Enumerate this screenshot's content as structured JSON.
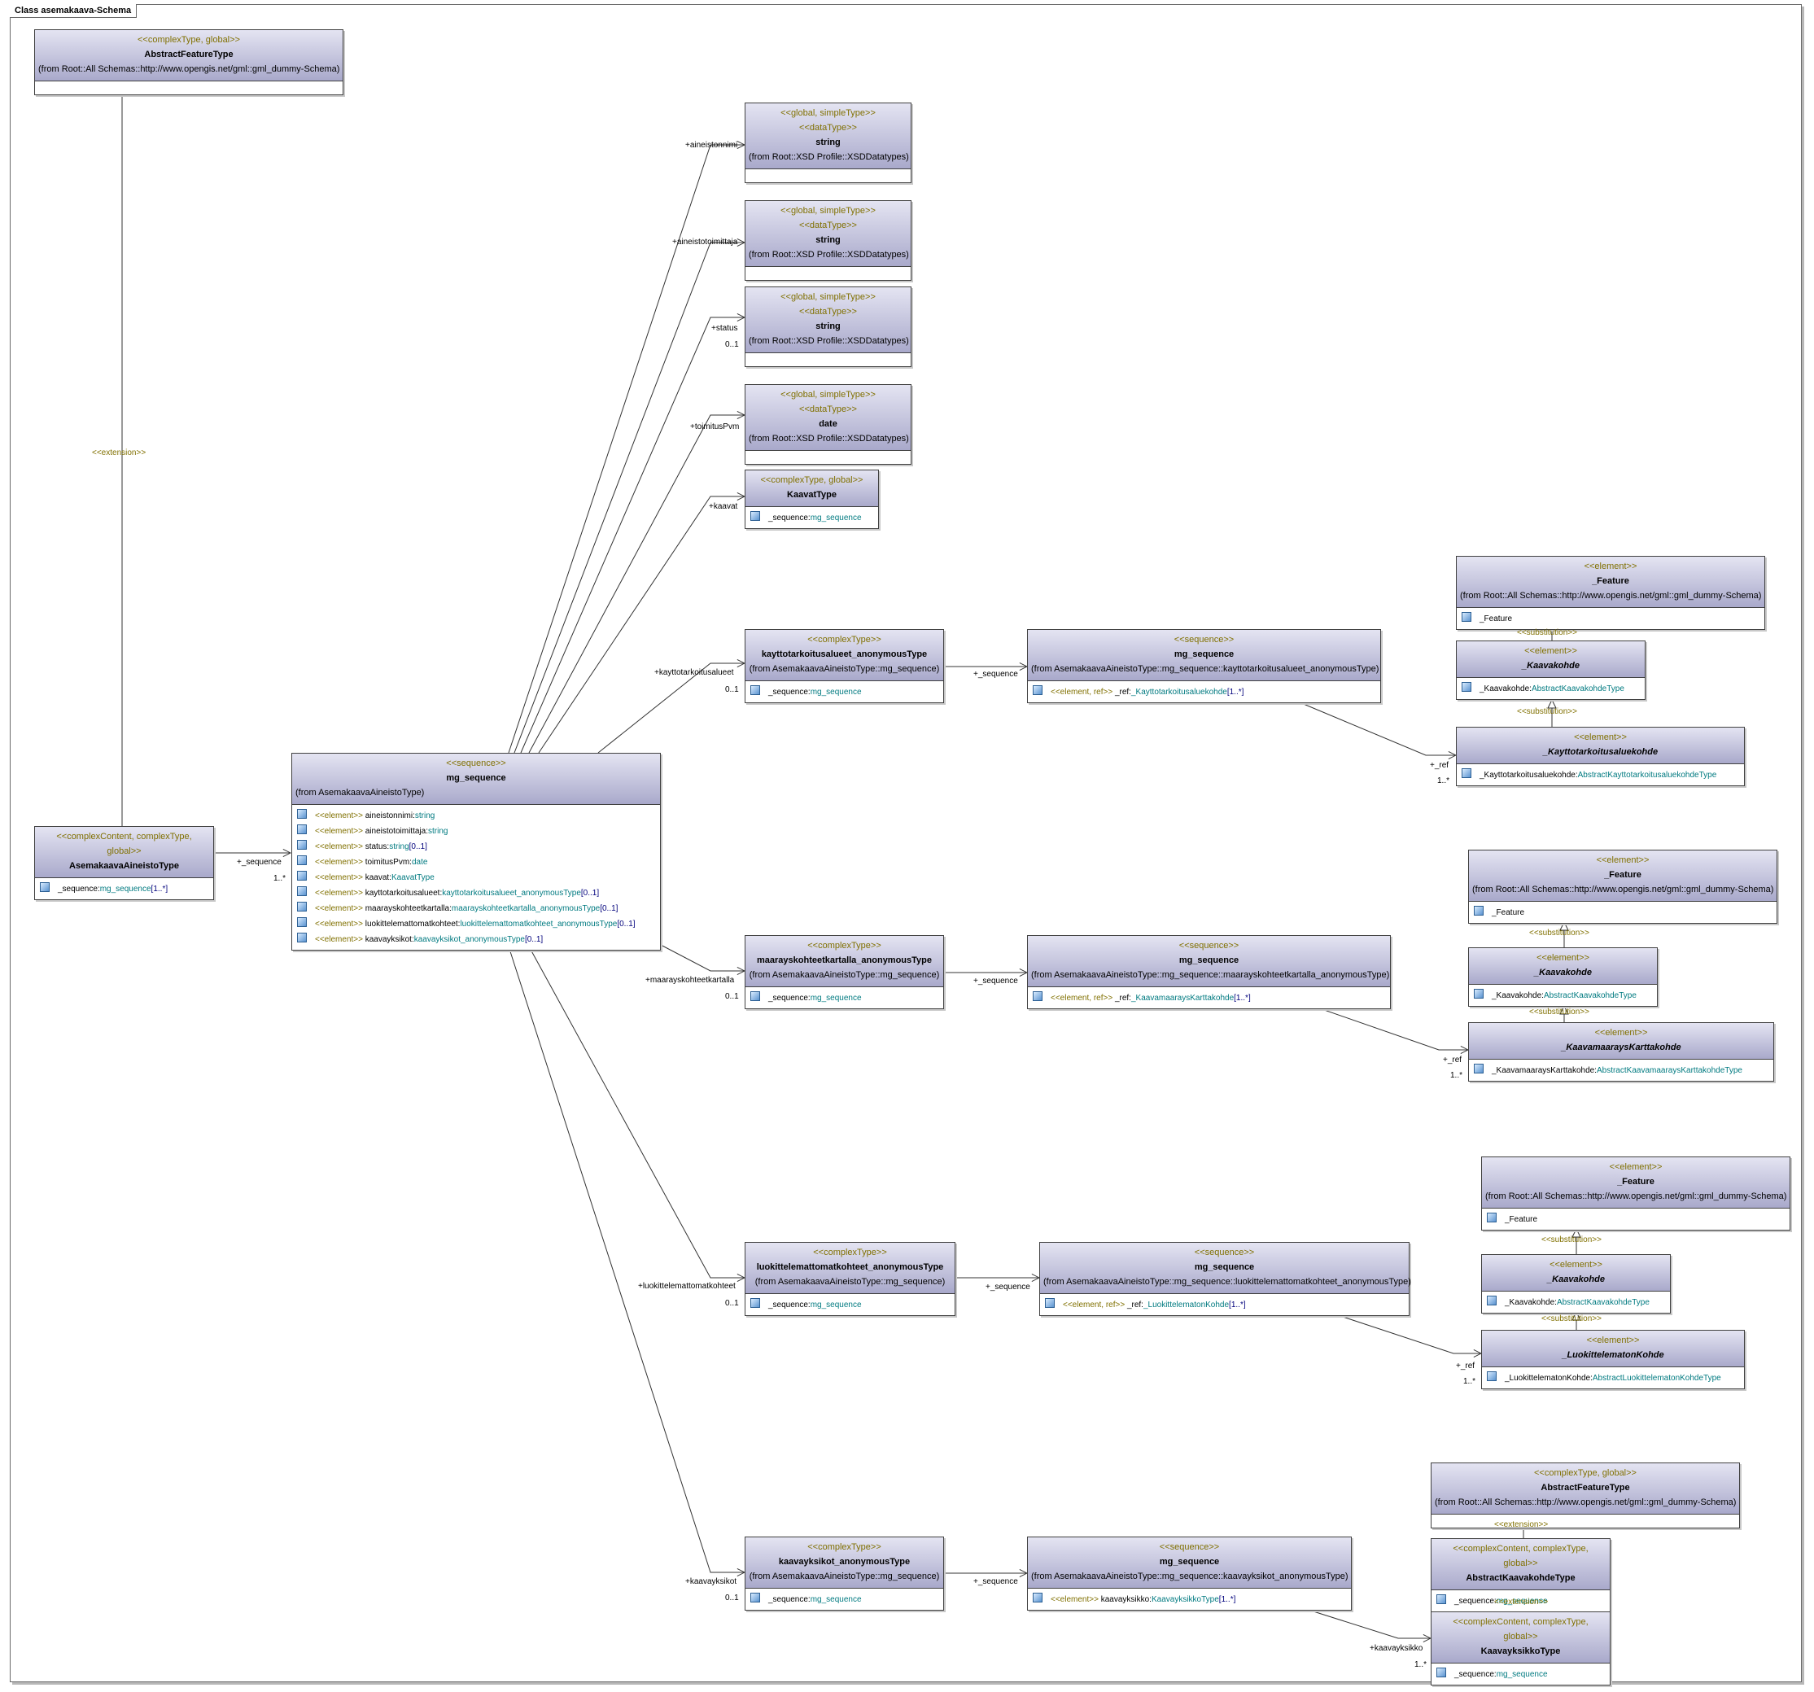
{
  "frame_title": "Class asemakaava-Schema",
  "boxes": {
    "abstractFeatureTop": {
      "stereo": "<<complexType, global>>",
      "name": "AbstractFeatureType",
      "from": "(from Root::All Schemas::http://www.opengis.net/gml::gml_dummy-Schema)"
    },
    "string1": {
      "stereo1": "<<global, simpleType>>",
      "stereo2": "<<dataType>>",
      "name": "string",
      "from": "(from Root::XSD Profile::XSDDatatypes)"
    },
    "string2": {
      "stereo1": "<<global, simpleType>>",
      "stereo2": "<<dataType>>",
      "name": "string",
      "from": "(from Root::XSD Profile::XSDDatatypes)"
    },
    "string3": {
      "stereo1": "<<global, simpleType>>",
      "stereo2": "<<dataType>>",
      "name": "string",
      "from": "(from Root::XSD Profile::XSDDatatypes)"
    },
    "date": {
      "stereo1": "<<global, simpleType>>",
      "stereo2": "<<dataType>>",
      "name": "date",
      "from": "(from Root::XSD Profile::XSDDatatypes)"
    },
    "kaavatType": {
      "stereo": "<<complexType, global>>",
      "name": "KaavatType",
      "attr_name": "_sequence:",
      "attr_type": "mg_sequence"
    },
    "asemakaavaAineisto": {
      "stereo": "<<complexContent, complexType, global>>",
      "name": "AsemakaavaAineistoType",
      "attr_name": "_sequence:",
      "attr_type": "mg_sequence",
      "attr_mult": "[1..*]"
    },
    "mainSeq": {
      "stereo": "<<sequence>>",
      "name": "mg_sequence",
      "from": "(from AsemakaavaAineistoType)",
      "attrs": [
        {
          "stereo": "<<element>>",
          "name": "aineistonnimi:",
          "type": "string",
          "mult": ""
        },
        {
          "stereo": "<<element>>",
          "name": "aineistotoimittaja:",
          "type": "string",
          "mult": ""
        },
        {
          "stereo": "<<element>>",
          "name": "status:",
          "type": "string",
          "mult": "[0..1]"
        },
        {
          "stereo": "<<element>>",
          "name": "toimitusPvm:",
          "type": "date",
          "mult": ""
        },
        {
          "stereo": "<<element>>",
          "name": "kaavat:",
          "type": "KaavatType",
          "mult": ""
        },
        {
          "stereo": "<<element>>",
          "name": "kayttotarkoitusalueet:",
          "type": "kayttotarkoitusalueet_anonymousType",
          "mult": "[0..1]"
        },
        {
          "stereo": "<<element>>",
          "name": "maarayskohteetkartalla:",
          "type": "maarayskohteetkartalla_anonymousType",
          "mult": "[0..1]"
        },
        {
          "stereo": "<<element>>",
          "name": "luokittelemattomatkohteet:",
          "type": "luokittelemattomatkohteet_anonymousType",
          "mult": "[0..1]"
        },
        {
          "stereo": "<<element>>",
          "name": "kaavayksikot:",
          "type": "kaavayksikot_anonymousType",
          "mult": "[0..1]"
        }
      ]
    },
    "kayttoType": {
      "stereo": "<<complexType>>",
      "name": "kayttotarkoitusalueet_anonymousType",
      "from": "(from AsemakaavaAineistoType::mg_sequence)",
      "attr_name": "_sequence:",
      "attr_type": "mg_sequence"
    },
    "kayttoSeq": {
      "stereo": "<<sequence>>",
      "name": "mg_sequence",
      "from": "(from AsemakaavaAineistoType::mg_sequence::kayttotarkoitusalueet_anonymousType)",
      "attr_stereo": "<<element, ref>>",
      "attr_name": "_ref:",
      "attr_type": "_Kayttotarkoitusaluekohde",
      "attr_mult": "[1..*]"
    },
    "feature1": {
      "stereo": "<<element>>",
      "name": "_Feature",
      "from": "(from Root::All Schemas::http://www.opengis.net/gml::gml_dummy-Schema)",
      "attr_name": "_Feature"
    },
    "kaavakohde1": {
      "stereo": "<<element>>",
      "name": "_Kaavakohde",
      "attr_name": "_Kaavakohde:",
      "attr_type": "AbstractKaavakohdeType"
    },
    "kayttoKohde": {
      "stereo": "<<element>>",
      "name": "_Kayttotarkoitusaluekohde",
      "attr_name": "_Kayttotarkoitusaluekohde:",
      "attr_type": "AbstractKayttotarkoitusaluekohdeType"
    },
    "maarType": {
      "stereo": "<<complexType>>",
      "name": "maarayskohteetkartalla_anonymousType",
      "from": "(from AsemakaavaAineistoType::mg_sequence)",
      "attr_name": "_sequence:",
      "attr_type": "mg_sequence"
    },
    "maarSeq": {
      "stereo": "<<sequence>>",
      "name": "mg_sequence",
      "from": "(from AsemakaavaAineistoType::mg_sequence::maarayskohteetkartalla_anonymousType)",
      "attr_stereo": "<<element, ref>>",
      "attr_name": "_ref:",
      "attr_type": "_KaavamaaraysKarttakohde",
      "attr_mult": "[1..*]"
    },
    "feature2": {
      "stereo": "<<element>>",
      "name": "_Feature",
      "from": "(from Root::All Schemas::http://www.opengis.net/gml::gml_dummy-Schema)",
      "attr_name": "_Feature"
    },
    "kaavakohde2": {
      "stereo": "<<element>>",
      "name": "_Kaavakohde",
      "attr_name": "_Kaavakohde:",
      "attr_type": "AbstractKaavakohdeType"
    },
    "karttaKohde": {
      "stereo": "<<element>>",
      "name": "_KaavamaaraysKarttakohde",
      "attr_name": "_KaavamaaraysKarttakohde:",
      "attr_type": "AbstractKaavamaaraysKarttakohdeType"
    },
    "luokType": {
      "stereo": "<<complexType>>",
      "name": "luokittelemattomatkohteet_anonymousType",
      "from": "(from AsemakaavaAineistoType::mg_sequence)",
      "attr_name": "_sequence:",
      "attr_type": "mg_sequence"
    },
    "luokSeq": {
      "stereo": "<<sequence>>",
      "name": "mg_sequence",
      "from": "(from AsemakaavaAineistoType::mg_sequence::luokittelemattomatkohteet_anonymousType)",
      "attr_stereo": "<<element, ref>>",
      "attr_name": "_ref:",
      "attr_type": "_LuokittelematonKohde",
      "attr_mult": "[1..*]"
    },
    "feature3": {
      "stereo": "<<element>>",
      "name": "_Feature",
      "from": "(from Root::All Schemas::http://www.opengis.net/gml::gml_dummy-Schema)",
      "attr_name": "_Feature"
    },
    "kaavakohde3": {
      "stereo": "<<element>>",
      "name": "_Kaavakohde",
      "attr_name": "_Kaavakohde:",
      "attr_type": "AbstractKaavakohdeType"
    },
    "luokKohde": {
      "stereo": "<<element>>",
      "name": "_LuokittelematonKohde",
      "attr_name": "_LuokittelematonKohde:",
      "attr_type": "AbstractLuokittelematonKohdeType"
    },
    "ykType": {
      "stereo": "<<complexType>>",
      "name": "kaavayksikot_anonymousType",
      "from": "(from AsemakaavaAineistoType::mg_sequence)",
      "attr_name": "_sequence:",
      "attr_type": "mg_sequence"
    },
    "ykSeq": {
      "stereo": "<<sequence>>",
      "name": "mg_sequence",
      "from": "(from AsemakaavaAineistoType::mg_sequence::kaavayksikot_anonymousType)",
      "attr_stereo": "<<element>>",
      "attr_name": "kaavayksikko:",
      "attr_type": "KaavayksikkoType",
      "attr_mult": "[1..*]"
    },
    "abstractFeatureBottom": {
      "stereo": "<<complexType, global>>",
      "name": "AbstractFeatureType",
      "from": "(from Root::All Schemas::http://www.opengis.net/gml::gml_dummy-Schema)"
    },
    "abstractKaavakohdeType": {
      "stereo": "<<complexContent, complexType, global>>",
      "name": "AbstractKaavakohdeType",
      "attr_name": "_sequence:",
      "attr_type": "mg_sequence"
    },
    "kaavayksikkoType": {
      "stereo": "<<complexContent, complexType, global>>",
      "name": "KaavayksikkoType",
      "attr_name": "_sequence:",
      "attr_type": "mg_sequence"
    }
  },
  "labels": {
    "extension_main": "<<extension>>",
    "role_sequence": "+_sequence",
    "mult_sequence": "1..*",
    "role_aineistonnimi": "+aineistonnimi",
    "role_aineistotoimittaja": "+aineistotoimittaja",
    "role_status": "+status",
    "mult_status": "0..1",
    "role_toimitusPvm": "+toimitusPvm",
    "role_kaavat": "+kaavat",
    "role_kaytto": "+kayttotarkoitusalueet",
    "mult_kaytto": "0..1",
    "role_maar": "+maarayskohteetkartalla",
    "mult_maar": "0..1",
    "role_luok": "+luokittelemattomatkohteet",
    "mult_luok": "0..1",
    "role_yk": "+kaavayksikot",
    "mult_yk": "0..1",
    "role_seq_kaytto": "+_sequence",
    "role_seq_maar": "+_sequence",
    "role_seq_luok": "+_sequence",
    "role_seq_yk": "+_sequence",
    "role_ref1": "+_ref",
    "mult_ref1": "1..*",
    "role_ref2": "+_ref",
    "mult_ref2": "1..*",
    "role_ref3": "+_ref",
    "mult_ref3": "1..*",
    "role_kaavayksikko": "+kaavayksikko",
    "mult_kaavayksikko": "1..*",
    "subst1a": "<<substitution>>",
    "subst1b": "<<substitution>>",
    "subst2a": "<<substitution>>",
    "subst2b": "<<substitution>>",
    "subst3a": "<<substitution>>",
    "subst3b": "<<substitution>>",
    "ext_akk": "<<extension>>",
    "ext_kyk": "<<extension>>"
  }
}
